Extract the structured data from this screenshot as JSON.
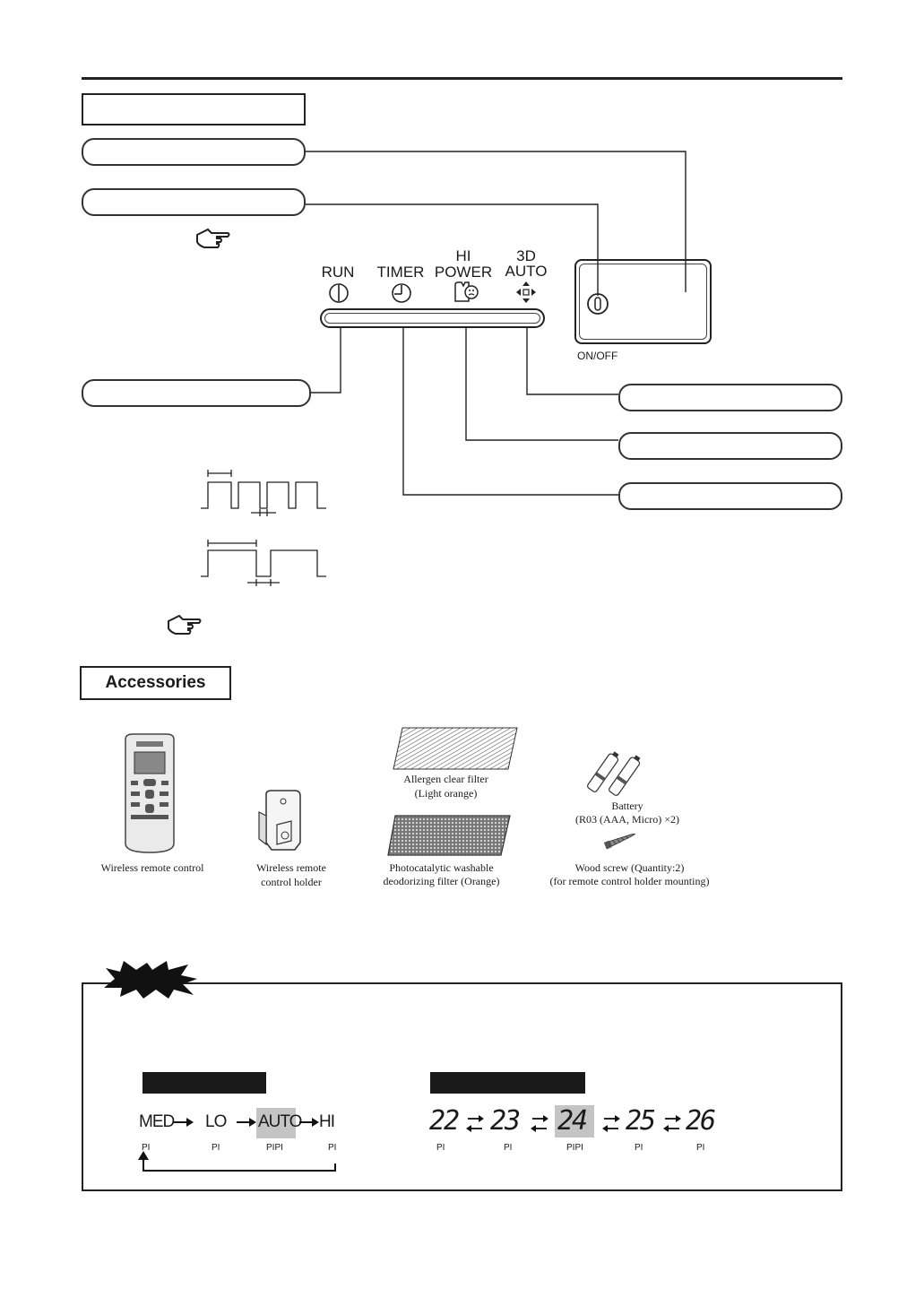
{
  "lamps": {
    "run": "RUN",
    "timer": "TIMER",
    "hipower_top": "HI",
    "hipower_bottom": "POWER",
    "auto_top": "3D",
    "auto_bottom": "AUTO"
  },
  "onoff_label": "ON/OFF",
  "accessories": {
    "heading": "Accessories",
    "items": {
      "remote": "Wireless remote control",
      "holder_1": "Wireless remote",
      "holder_2": "control holder",
      "allergen_1": "Allergen clear filter",
      "allergen_2": "(Light orange)",
      "photo_1": "Photocatalytic washable",
      "photo_2": "deodorizing filter (Orange)",
      "battery_1": "Battery",
      "battery_2": "(R03 (AAA, Micro) ×2)",
      "screw_1": "Wood screw (Quantity:2)",
      "screw_2": "(for remote control holder mounting)"
    }
  },
  "fan_sequence": {
    "steps": [
      "MED",
      "LO",
      "AUTO",
      "HI"
    ],
    "beeps": [
      "PI",
      "PI",
      "PIPI",
      "PI"
    ],
    "highlight": "AUTO"
  },
  "temp_sequence": {
    "steps": [
      "22",
      "23",
      "24",
      "25",
      "26"
    ],
    "beeps": [
      "PI",
      "PI",
      "PIPI",
      "PI",
      "PI"
    ],
    "highlight": "24"
  },
  "colors": {
    "highlight": "#c4c4c4",
    "line": "#222222"
  }
}
